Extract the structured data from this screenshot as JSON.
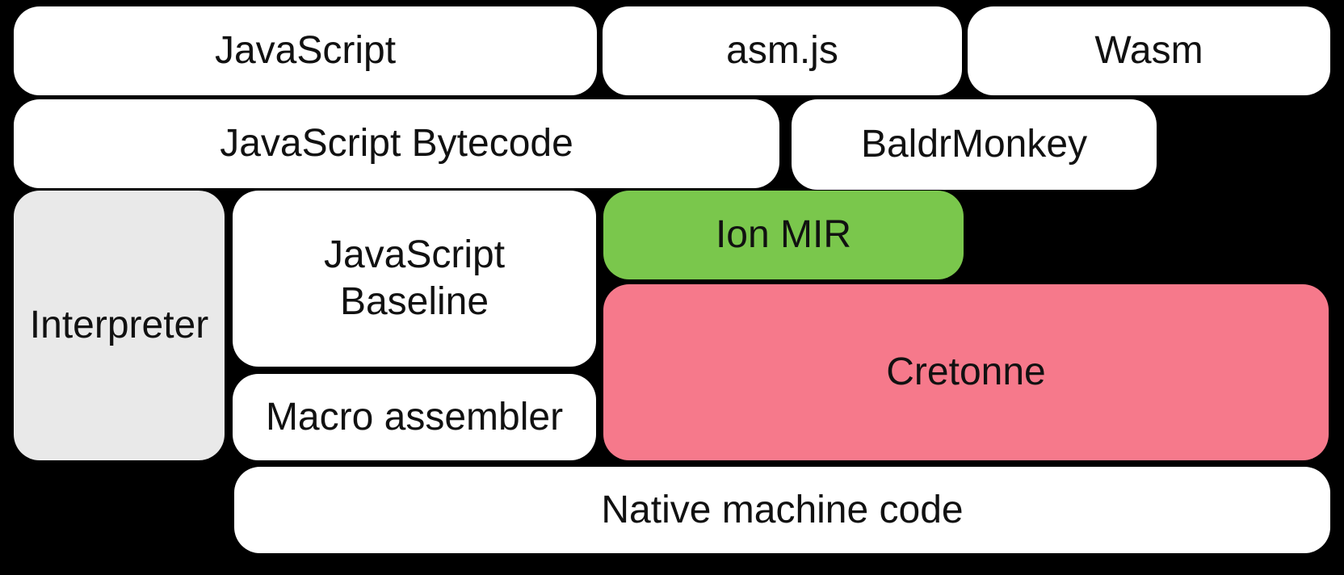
{
  "diagram": {
    "title": "SpiderMonkey compilation pipeline diagram",
    "background": "#000000",
    "nodes": {
      "javascript": {
        "label": "JavaScript"
      },
      "asmjs": {
        "label": "asm.js"
      },
      "wasm": {
        "label": "Wasm"
      },
      "bytecode": {
        "label": "JavaScript Bytecode"
      },
      "baldrmonkey": {
        "label": "BaldrMonkey"
      },
      "interpreter": {
        "label": "Interpreter"
      },
      "baseline": {
        "label_line1": "JavaScript",
        "label_line2": "Baseline"
      },
      "ionmir": {
        "label": "Ion MIR"
      },
      "cretonne": {
        "label": "Cretonne"
      },
      "macroassembler": {
        "label": "Macro assembler"
      },
      "native": {
        "label": "Native machine code"
      }
    },
    "colors": {
      "background": "#000000",
      "node_default": "#ffffff",
      "node_interpreter": "#e9e9e9",
      "node_ionmir": "#7ac74c",
      "node_cretonne": "#f6798b",
      "text": "#111111"
    }
  }
}
